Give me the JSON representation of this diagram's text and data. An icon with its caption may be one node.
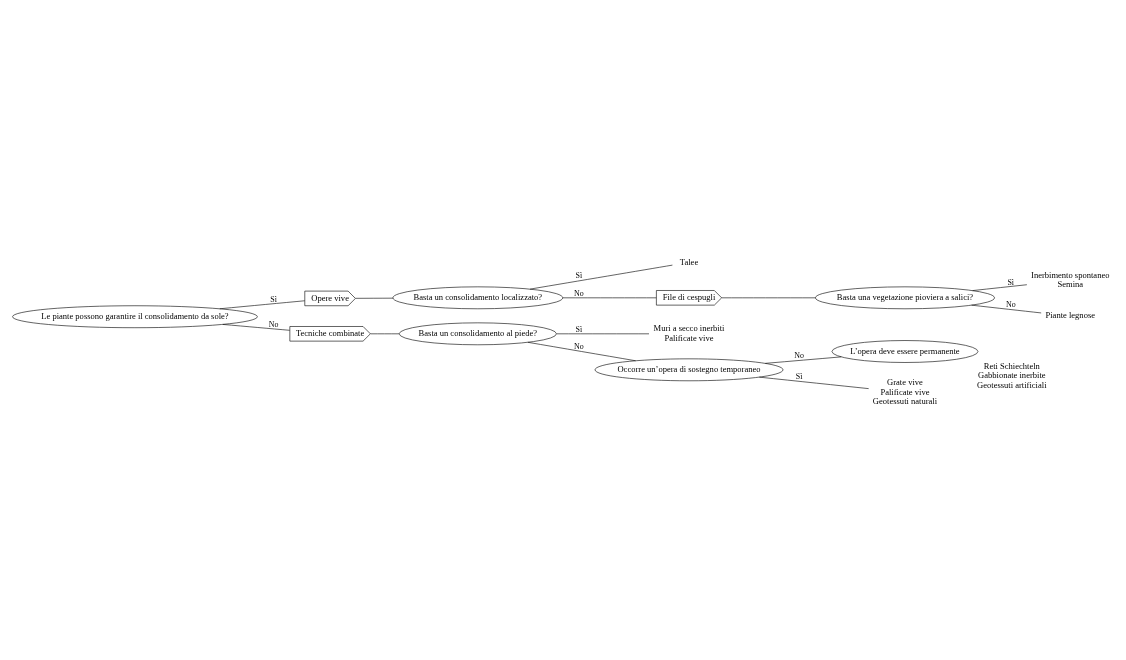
{
  "diagram": {
    "nodes": [
      {
        "text": [
          "Le piante possono garantire il consolidamento da sole?"
        ]
      },
      {
        "text": [
          "Opere vive"
        ]
      },
      {
        "text": [
          "Basta un consolidamento localizzato?"
        ]
      },
      {
        "text": [
          "Talee"
        ]
      },
      {
        "text": [
          "File di cespugli"
        ]
      },
      {
        "text": [
          "Basta una vegetazione pioviera a salici?"
        ]
      },
      {
        "text": [
          "Inerbimento spontaneo",
          "Semina"
        ]
      },
      {
        "text": [
          "Piante legnose"
        ]
      },
      {
        "text": [
          "Tecniche combinate"
        ]
      },
      {
        "text": [
          "Basta un consolidamento al piede?"
        ]
      },
      {
        "text": [
          "Muri a secco inerbiti",
          "Palificate vive"
        ]
      },
      {
        "text": [
          "Occorre un’opera di sostegno temporaneo"
        ]
      },
      {
        "text": [
          "L’opera deve essere permanente"
        ],
        "beside": [
          "Reti Schiechteln",
          "Gabbionate inerbite",
          "Geotessuti artificiali"
        ]
      },
      {
        "text": [
          "Grate vive",
          "Palificate vive",
          "Geotessuti naturali"
        ]
      }
    ],
    "edges": [
      {
        "from": 0,
        "to": 1,
        "arrow": "none",
        "label": "Sì"
      },
      {
        "from": 1,
        "to": 2,
        "arrow": "none"
      },
      {
        "from": 2,
        "to": 3,
        "arrow": "none",
        "label": "Sì"
      },
      {
        "from": 2,
        "to": 4,
        "arrow": "none",
        "label": "No"
      },
      {
        "from": 4,
        "to": 5,
        "arrow": "none"
      },
      {
        "from": 5,
        "to": 6,
        "arrow": "none",
        "label": "Sì"
      },
      {
        "from": 5,
        "to": 7,
        "arrow": "none",
        "label": "No"
      },
      {
        "from": 0,
        "to": 8,
        "arrow": "none",
        "label": "No"
      },
      {
        "from": 8,
        "to": 9,
        "arrow": "none"
      },
      {
        "from": 9,
        "to": 10,
        "arrow": "none",
        "label": "Sì"
      },
      {
        "from": 9,
        "to": 11,
        "arrow": "none",
        "label": "No"
      },
      {
        "from": 11,
        "to": 12,
        "arrow": "none",
        "label": "No"
      },
      {
        "from": 11,
        "to": 13,
        "arrow": "none",
        "label": "Sì"
      }
    ]
  }
}
